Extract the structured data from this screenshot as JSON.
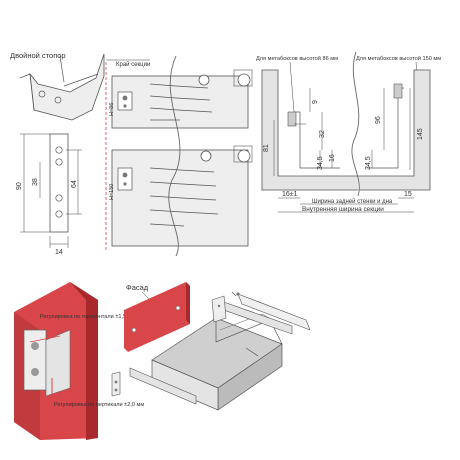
{
  "labels": {
    "double_stop": "Двойной стопор",
    "section_edge": "Край секции",
    "h86": "H=86",
    "h150": "H=150",
    "for_86": "Для метабоксов высотой 86 мм",
    "for_150": "Для метабоксов высотой 150 мм",
    "rear_width": "Ширина задней стенки и дна",
    "inner_width": "Внутренняя ширина секции",
    "facade": "Фасад",
    "adj_horizontal": "Регулировка по горизонтали ±1,5 мм",
    "adj_vertical": "Регулировка по вертикали ±2,0 мм"
  },
  "dimensions": {
    "d90": "90",
    "d38": "38",
    "d64": "64",
    "d14": "14",
    "d81": "81",
    "d9": "9",
    "d32": "32",
    "d34_5a": "34,5",
    "d16": "16",
    "d96": "96",
    "d34_5b": "34,5",
    "d145": "145",
    "d16_1": "16±1",
    "d15": "15"
  },
  "colors": {
    "facade_red": "#d8464a",
    "facade_red_dark": "#a9282c",
    "metal": "#e4e4e4",
    "line": "#555555"
  }
}
